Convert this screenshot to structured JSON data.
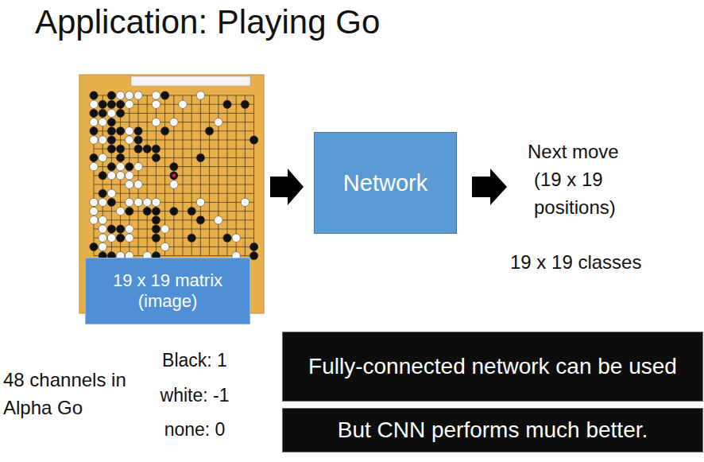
{
  "diagram": {
    "title": "Application: Playing Go",
    "nodes": [
      {
        "text": [
          "19 x 19 matrix (image)"
        ]
      },
      {
        "text": [
          "Network"
        ]
      },
      {
        "text": [
          "Fully-connected network can be used"
        ]
      },
      {
        "text": [
          "But CNN performs much better."
        ]
      }
    ],
    "labels": [
      "Next move (19 x 19 positions)",
      "19 x 19 classes",
      "48 channels in Alpha Go",
      "Black: 1",
      "white: -1",
      "none: 0"
    ]
  }
}
